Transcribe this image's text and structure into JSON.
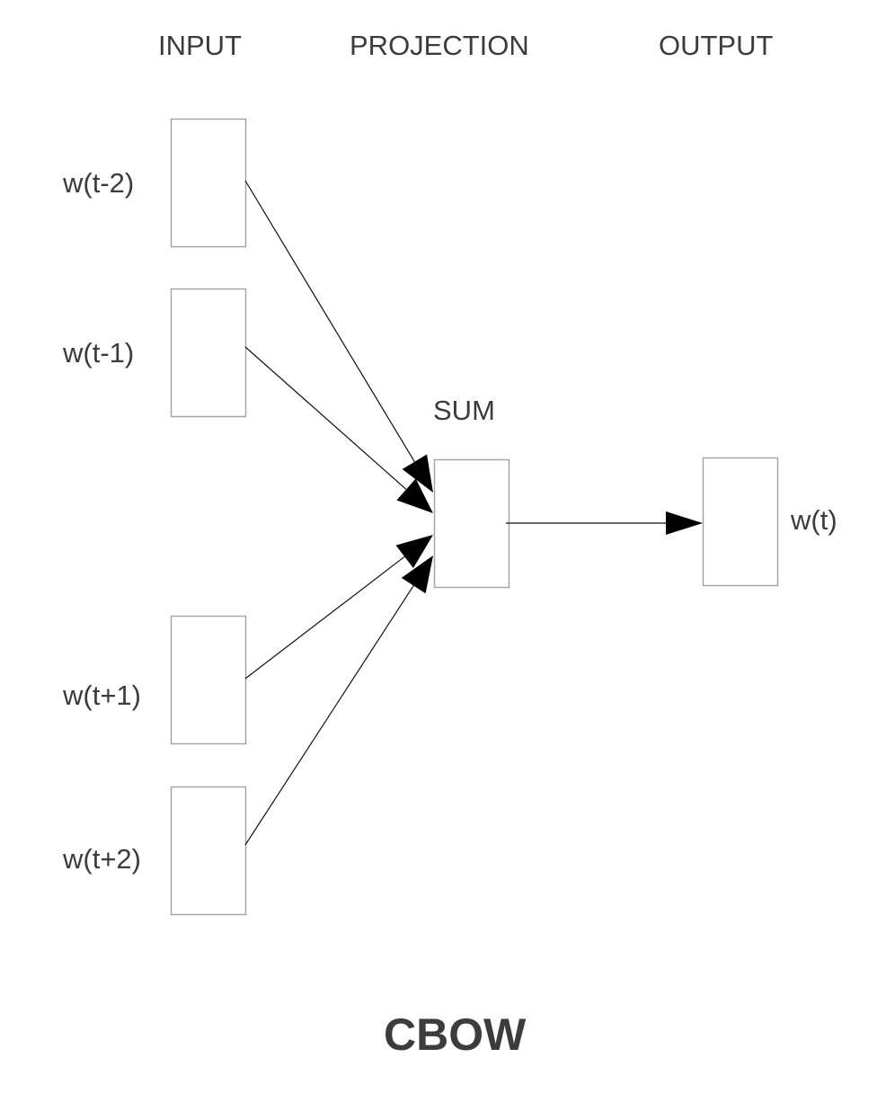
{
  "headers": {
    "input": "INPUT",
    "projection": "PROJECTION",
    "output": "OUTPUT"
  },
  "inputs": [
    {
      "label": "w(t-2)"
    },
    {
      "label": "w(t-1)"
    },
    {
      "label": "w(t+1)"
    },
    {
      "label": "w(t+2)"
    }
  ],
  "projection": {
    "label": "SUM"
  },
  "output": {
    "label": "w(t)"
  },
  "title": "CBOW",
  "colors": {
    "text": "#3c3c3c",
    "box_border": "#a6a6a6",
    "arrow": "#000000",
    "background": "#ffffff"
  }
}
